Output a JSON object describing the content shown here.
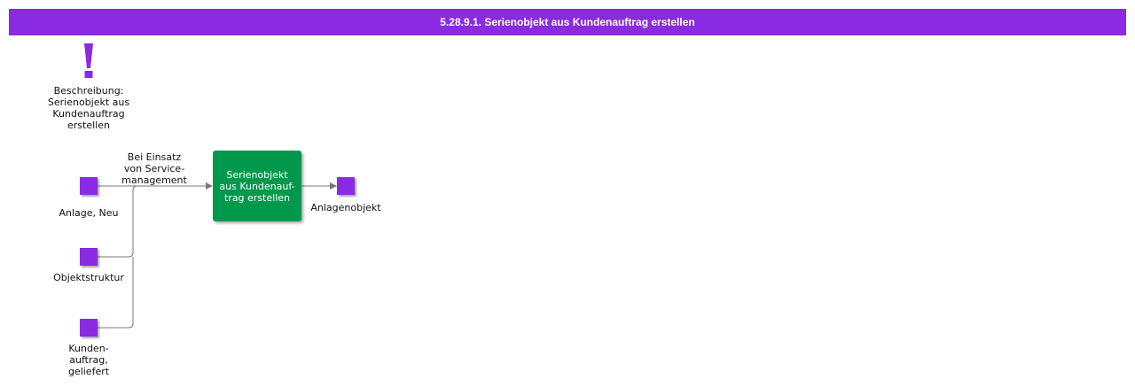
{
  "header": {
    "title": "5.28.9.1. Serienobjekt aus Kundenauftrag erstellen"
  },
  "colors": {
    "header_bg": "#8a2be2",
    "node": "#8a2be2",
    "function": "#00994c",
    "edge": "#777777"
  },
  "description": {
    "icon": "exclamation-icon",
    "label": "Beschreibung:\nSerienobjekt aus\nKundenauftrag\nerstellen"
  },
  "inputs": [
    {
      "label": "Anlage, Neu"
    },
    {
      "label": "Objektstruktur"
    },
    {
      "label": "Kunden-\nauftrag,\ngeliefert"
    }
  ],
  "edge_label": "Bei Einsatz\nvon Service-\nmanagement",
  "function": {
    "label": "Serienobjekt\naus Kundenauf-\ntrag erstellen"
  },
  "output": {
    "label": "Anlagenobjekt"
  }
}
